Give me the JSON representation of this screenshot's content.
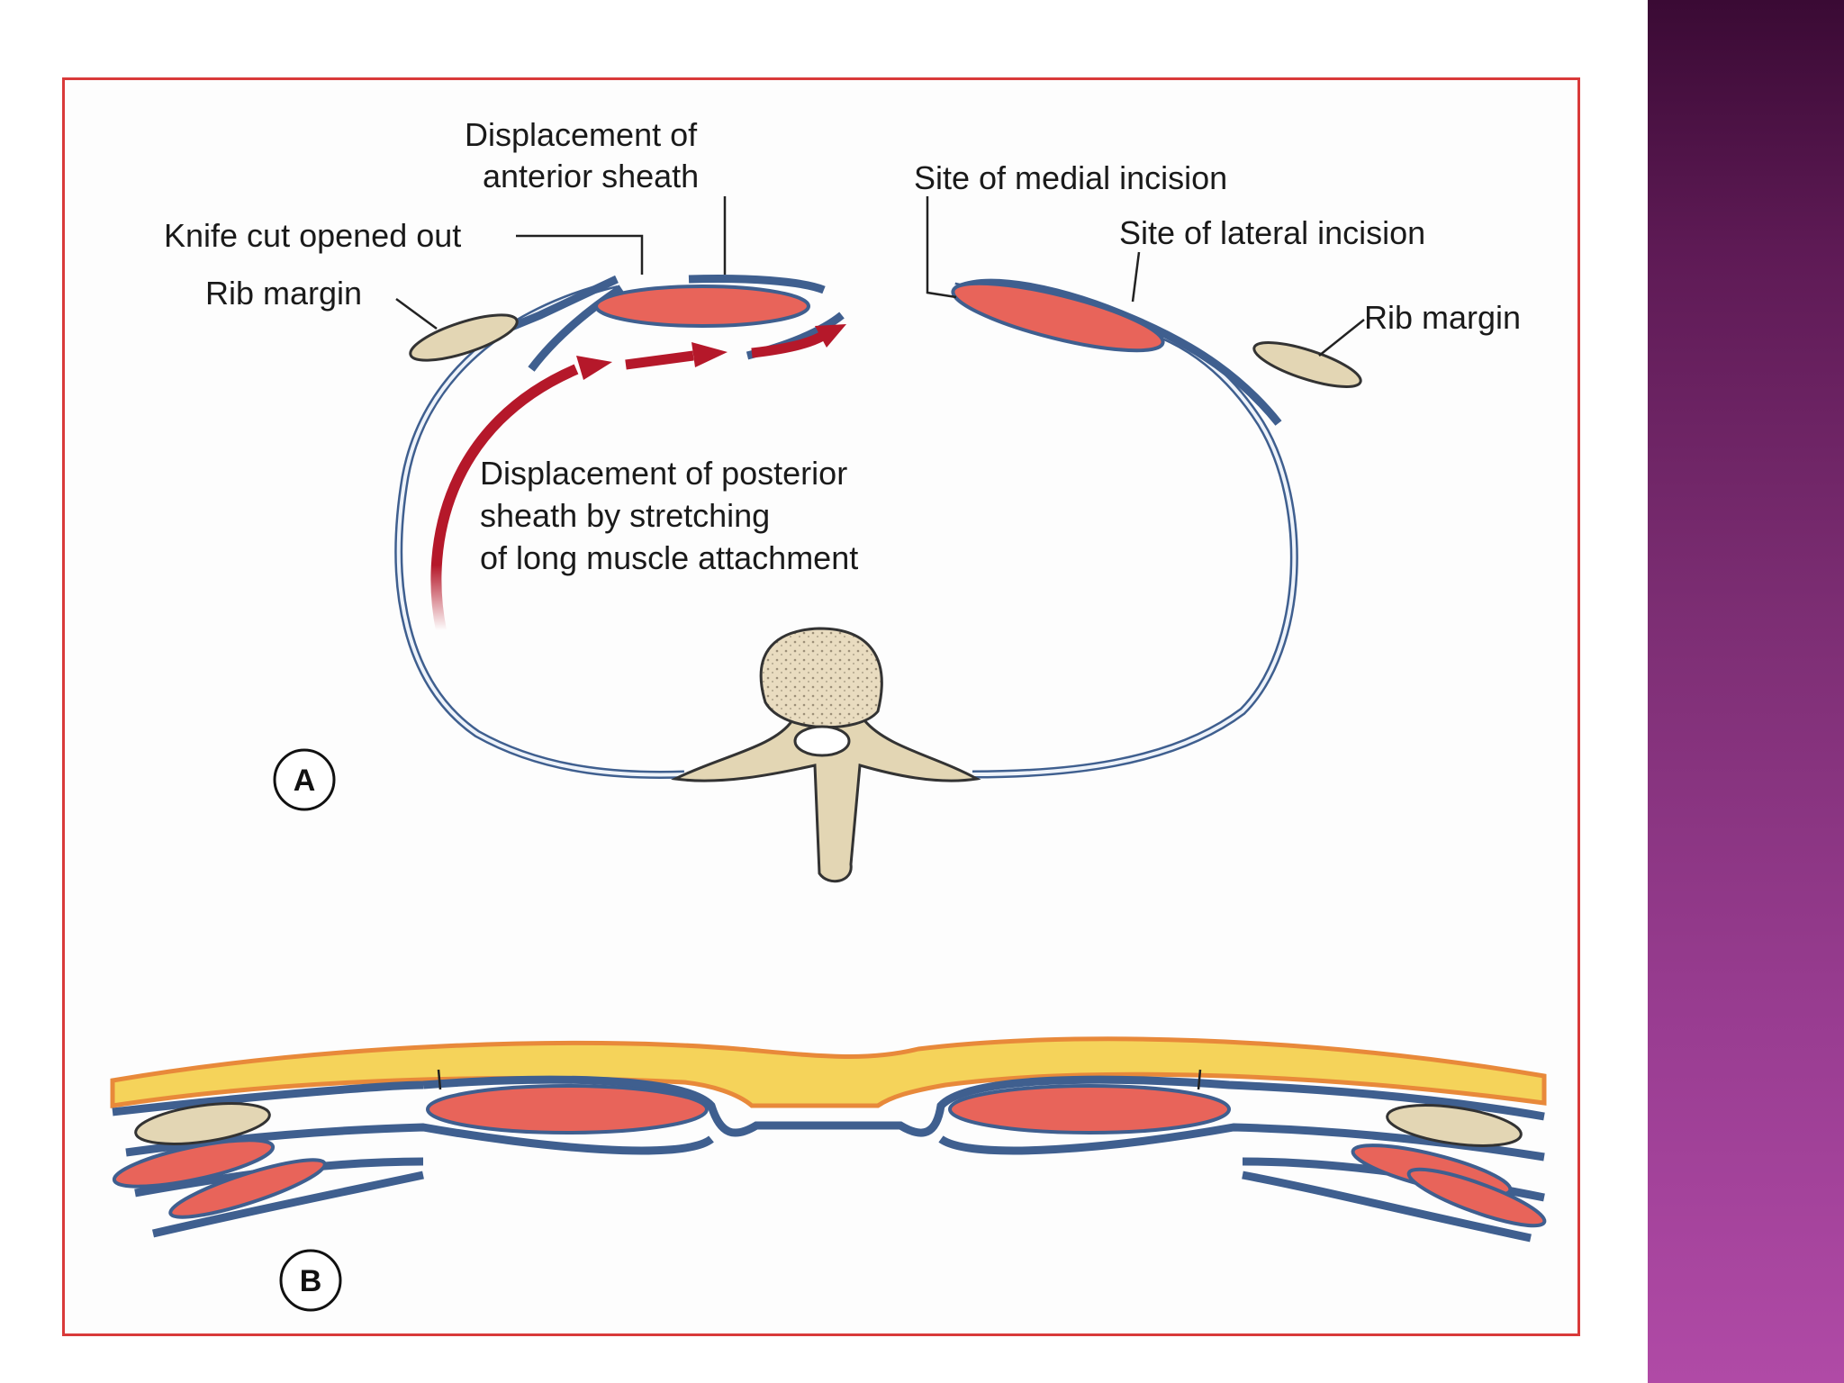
{
  "labels": {
    "displacement_anterior_line1": "Displacement of",
    "displacement_anterior_line2": "anterior sheath",
    "knife_cut": "Knife cut opened out",
    "rib_margin_left": "Rib margin",
    "site_medial": "Site of medial incision",
    "site_lateral": "Site of lateral incision",
    "rib_margin_right": "Rib margin",
    "posterior_line1": "Displacement of posterior",
    "posterior_line2": "sheath by stretching",
    "posterior_line3": "of long muscle attachment"
  },
  "panels": {
    "a": "A",
    "b": "B"
  },
  "colors": {
    "frame": "#d93a3a",
    "muscle": "#e8645a",
    "sheath": "#3f5f8f",
    "arrow": "#b5182a",
    "fat": "#f5d35a",
    "bone": "#e3d6b4",
    "side_band_top": "#3a0a34",
    "side_band_bottom": "#b04aa6"
  }
}
